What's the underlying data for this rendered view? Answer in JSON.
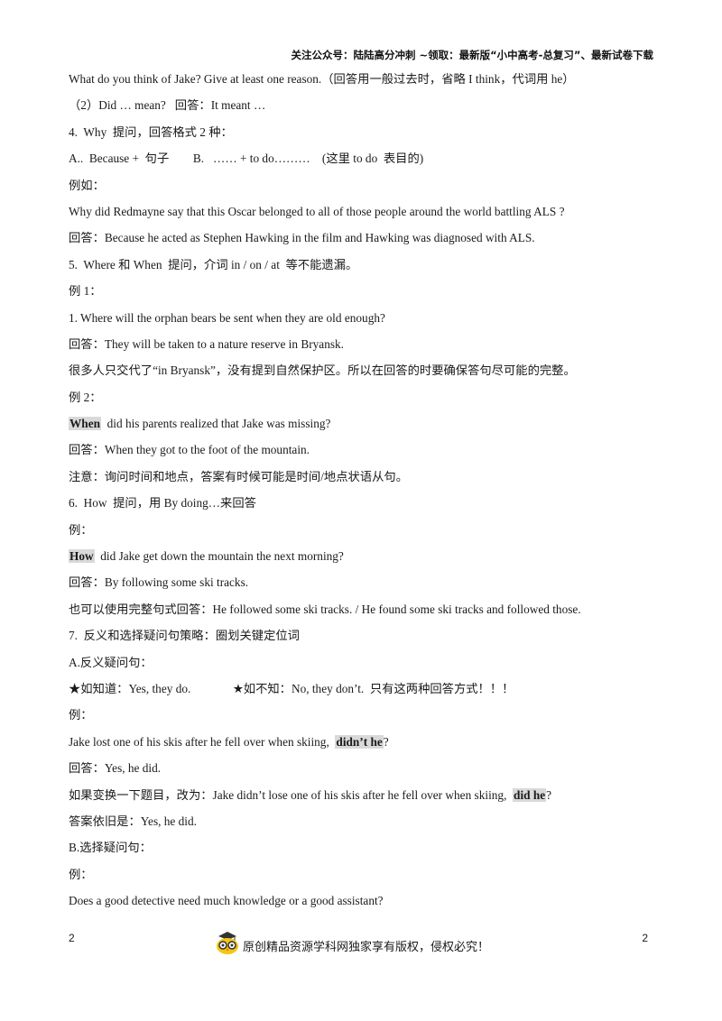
{
  "header": {
    "text": "关注公众号：陆陆高分冲刺 ~领取：最新版“小中高考-总复习”、最新试卷下载"
  },
  "lines": [
    {
      "parts": [
        {
          "t": "What do you think of Jake? Give at least one reason.（回答用一般过去时，省略 I think，代词用 he）"
        }
      ]
    },
    {
      "parts": [
        {
          "t": "（2）Did … mean?   回答：It meant …"
        }
      ]
    },
    {
      "parts": [
        {
          "t": "4.  Why  提问，回答格式 2 种："
        }
      ]
    },
    {
      "parts": [
        {
          "t": "A..  Because +  句子        B.   …… + to do………    (这里 to do  表目的)"
        }
      ]
    },
    {
      "parts": [
        {
          "t": "例如："
        }
      ]
    },
    {
      "parts": [
        {
          "t": "Why did Redmayne say that this Oscar belonged to all of those people around the world battling ALS ?"
        }
      ]
    },
    {
      "parts": [
        {
          "t": "回答：Because he acted as Stephen Hawking in the film and Hawking was diagnosed with ALS."
        }
      ]
    },
    {
      "parts": [
        {
          "t": "5.  Where 和 When  提问，介词 in / on / at  等不能遗漏。"
        }
      ]
    },
    {
      "parts": [
        {
          "t": "例 1："
        }
      ]
    },
    {
      "parts": [
        {
          "t": "1. Where will the orphan bears be sent when they are old enough?"
        }
      ]
    },
    {
      "parts": [
        {
          "t": "回答：They will be taken to a nature reserve in Bryansk."
        }
      ]
    },
    {
      "parts": [
        {
          "t": "很多人只交代了“in Bryansk”，没有提到自然保护区。所以在回答的时要确保答句尽可能的完整。"
        }
      ]
    },
    {
      "parts": [
        {
          "t": "例 2："
        }
      ]
    },
    {
      "parts": [
        {
          "t": "When",
          "hl": true
        },
        {
          "t": "  did his parents realized that Jake was missing?"
        }
      ]
    },
    {
      "parts": [
        {
          "t": "回答：When they got to the foot of the mountain."
        }
      ]
    },
    {
      "parts": [
        {
          "t": "注意：询问时间和地点，答案有时候可能是时间/地点状语从句。"
        }
      ]
    },
    {
      "parts": [
        {
          "t": "6.  How  提问，用 By doing…来回答"
        }
      ]
    },
    {
      "parts": [
        {
          "t": "例："
        }
      ]
    },
    {
      "parts": [
        {
          "t": "How",
          "hl": true
        },
        {
          "t": "  did Jake get down the mountain the next morning?"
        }
      ]
    },
    {
      "parts": [
        {
          "t": "回答：By following some ski tracks."
        }
      ]
    },
    {
      "parts": [
        {
          "t": "也可以使用完整句式回答：He followed some ski tracks. / He found some ski tracks and followed those."
        }
      ]
    },
    {
      "parts": [
        {
          "t": "7.  反义和选择疑问句策略：圈划关键定位词"
        }
      ]
    },
    {
      "parts": [
        {
          "t": "A.反义疑问句："
        }
      ]
    },
    {
      "parts": [
        {
          "t": "★如知道：Yes, they do.              ★如不知：No, they don’t.  只有这两种回答方式！！！"
        }
      ]
    },
    {
      "parts": [
        {
          "t": "例："
        }
      ]
    },
    {
      "parts": [
        {
          "t": "Jake lost one of his skis after he fell over when skiing,  "
        },
        {
          "t": "didn’t he",
          "hl": true
        },
        {
          "t": "?"
        }
      ]
    },
    {
      "parts": [
        {
          "t": "回答：Yes, he did."
        }
      ]
    },
    {
      "parts": [
        {
          "t": "如果变换一下题目，改为：Jake didn’t lose one of his skis after he fell over when skiing,  "
        },
        {
          "t": "did he",
          "hl": true
        },
        {
          "t": "?"
        }
      ]
    },
    {
      "parts": [
        {
          "t": "答案依旧是：Yes, he did."
        }
      ]
    },
    {
      "parts": [
        {
          "t": "B.选择疑问句："
        }
      ]
    },
    {
      "parts": [
        {
          "t": "例："
        }
      ]
    },
    {
      "parts": [
        {
          "t": "Does a good detective need much knowledge or a good assistant?"
        }
      ]
    }
  ],
  "footer": {
    "left_page": "2",
    "right_page": "2",
    "copyright": "原创精品资源学科网独家享有版权，侵权必究！",
    "logo_icon": "owl-graduate-icon"
  }
}
